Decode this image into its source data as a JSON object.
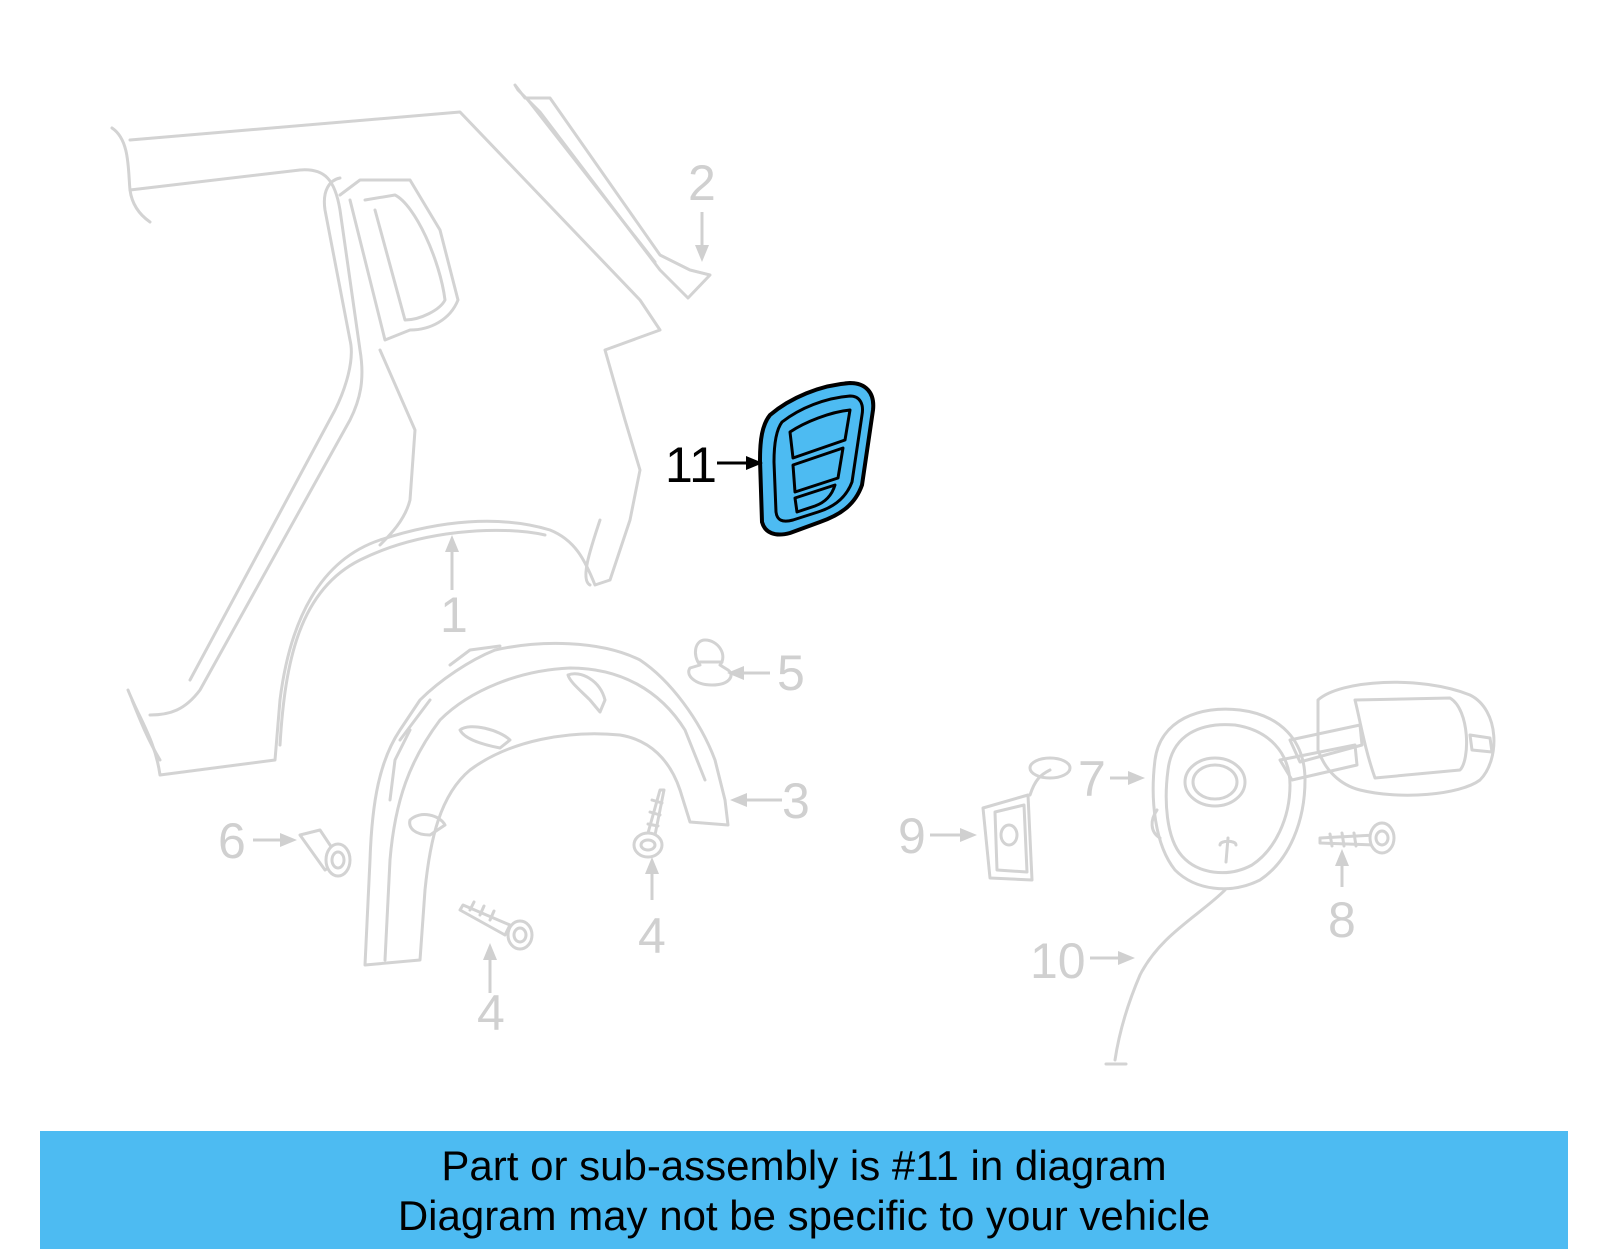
{
  "callouts": {
    "c1": "1",
    "c2": "2",
    "c3": "3",
    "c4a": "4",
    "c4b": "4",
    "c5": "5",
    "c6": "6",
    "c7": "7",
    "c8": "8",
    "c9": "9",
    "c10": "10",
    "c11": "11"
  },
  "highlighted_part": "11",
  "colors": {
    "highlight_fill": "#4dbbf2",
    "ghost_stroke": "#d3d3d3",
    "banner_bg": "#4dbbf2"
  },
  "banner": {
    "line1": "Part or sub-assembly is #11 in diagram",
    "line2": "Diagram may not be specific to your vehicle"
  }
}
